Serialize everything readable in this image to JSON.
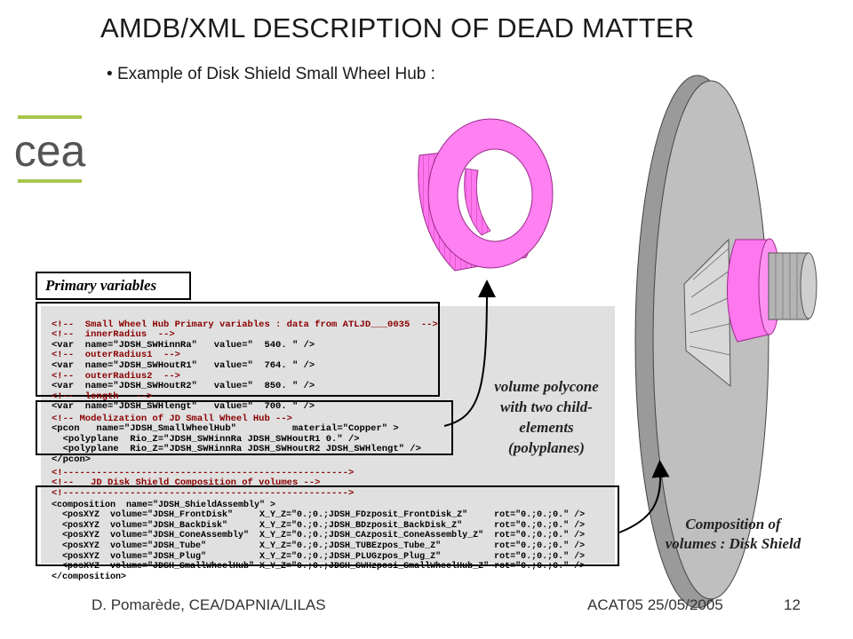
{
  "slide": {
    "title": "AMDB/XML DESCRIPTION OF DEAD MATTER",
    "bullet": "Example of Disk Shield Small Wheel Hub :",
    "logo_text": "cea",
    "primary_variables_label": "Primary variables",
    "code": {
      "primary": [
        "<!--  Small Wheel Hub Primary variables : data from ATLJD___0035  -->",
        "<!--  innerRadius  -->",
        "<var  name=\"JDSH_SWHinnRa\"   value=\"  540. \" />",
        "<!--  outerRadius1  -->",
        "<var  name=\"JDSH_SWHoutR1\"   value=\"  764. \" />",
        "<!--  outerRadius2  -->",
        "<var  name=\"JDSH_SWHoutR2\"   value=\"  850. \" />",
        "<!--  length   -->",
        "<var  name=\"JDSH_SWHlengt\"   value=\"  700. \" />"
      ],
      "polycone": [
        "<!-- Modelization of JD Small Wheel Hub -->",
        "<pcon   name=\"JDSH_SmallWheelHub\"          material=\"Copper\" >",
        "  <polyplane  Rio_Z=\"JDSH_SWHinnRa JDSH_SWHoutR1 0.\" />",
        "  <polyplane  Rio_Z=\"JDSH_SWHinnRa JDSH_SWHoutR2 JDSH_SWHlengt\" />",
        "</pcon>"
      ],
      "separator": [
        "<!--------------------------------------------------->",
        "<!--   JD Disk Shield Composition of volumes -->",
        "<!--------------------------------------------------->"
      ],
      "composition": [
        "<composition  name=\"JDSH_ShieldAssembly\" >",
        "  <posXYZ  volume=\"JDSH_FrontDisk\"     X_Y_Z=\"0.;0.;JDSH_FDzposit_FrontDisk_Z\"     rot=\"0.;0.;0.\" />",
        "  <posXYZ  volume=\"JDSH_BackDisk\"      X_Y_Z=\"0.;0.;JDSH_BDzposit_BackDisk_Z\"      rot=\"0.;0.;0.\" />",
        "  <posXYZ  volume=\"JDSH_ConeAssembly\"  X_Y_Z=\"0.;0.;JDSH_CAzposit_ConeAssembly_Z\"  rot=\"0.;0.;0.\" />",
        "  <posXYZ  volume=\"JDSH_Tube\"          X_Y_Z=\"0.;0.;JDSH_TUBEzpos_Tube_Z\"          rot=\"0.;0.;0.\" />",
        "  <posXYZ  volume=\"JDSH_Plug\"          X_Y_Z=\"0.;0.;JDSH_PLUGzpos_Plug_Z\"          rot=\"0.;0.;0.\" />",
        "  <posXYZ  volume=\"JDSH_SmallWheelHub\" X_Y_Z=\"0.;0.;JDSH_SWHzposi_SmallWheelHub_Z\" rot=\"0.;0.;0.\" />",
        "</composition>"
      ]
    },
    "annotations": {
      "polycone": [
        "volume polycone",
        "with two child-",
        "elements",
        "(polyplanes)"
      ],
      "composition": [
        "Composition of",
        "volumes : Disk Shield"
      ]
    },
    "footer": {
      "author": "D. Pomarède, CEA/DAPNIA/LILAS",
      "event": "ACAT05  25/05/2005",
      "page": "12"
    },
    "colors": {
      "hub_pink": "#ff77ee",
      "logo_green": "#a6c64c",
      "code_bg": "#e0e0e0",
      "string_blue": "#0000cc"
    }
  }
}
